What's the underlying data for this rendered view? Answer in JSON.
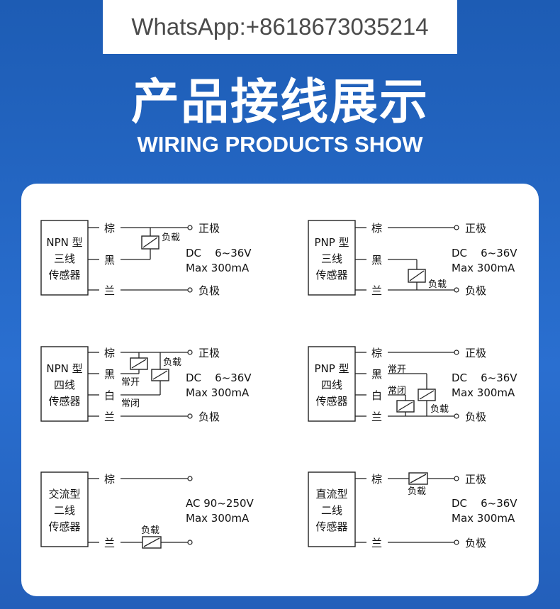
{
  "banner": {
    "contact": "WhatsApp:+8618673035214"
  },
  "header": {
    "title_cn": "产品接线展示",
    "title_en": "WIRING PRODUCTS SHOW"
  },
  "wire_labels": {
    "brown": "棕",
    "black": "黑",
    "white": "白",
    "blue": "兰"
  },
  "terminals": {
    "positive": "正极",
    "negative": "负极"
  },
  "load_label": "负载",
  "contact_labels": {
    "no": "常开",
    "nc": "常闭"
  },
  "diagrams": [
    {
      "id": "npn3",
      "sensor": [
        "NPN 型",
        "三线",
        "传感器"
      ],
      "spec": [
        "DC    6~36V",
        "Max 300mA"
      ]
    },
    {
      "id": "pnp3",
      "sensor": [
        "PNP 型",
        "三线",
        "传感器"
      ],
      "spec": [
        "DC    6~36V",
        "Max 300mA"
      ]
    },
    {
      "id": "npn4",
      "sensor": [
        "NPN 型",
        "四线",
        "传感器"
      ],
      "spec": [
        "DC    6~36V",
        "Max 300mA"
      ]
    },
    {
      "id": "pnp4",
      "sensor": [
        "PNP 型",
        "四线",
        "传感器"
      ],
      "spec": [
        "DC    6~36V",
        "Max 300mA"
      ]
    },
    {
      "id": "ac2",
      "sensor": [
        "交流型",
        "二线",
        "传感器"
      ],
      "spec": [
        "AC 90~250V",
        "Max 300mA"
      ]
    },
    {
      "id": "dc2",
      "sensor": [
        "直流型",
        "二线",
        "传感器"
      ],
      "spec": [
        "DC    6~36V",
        "Max 300mA"
      ]
    }
  ]
}
